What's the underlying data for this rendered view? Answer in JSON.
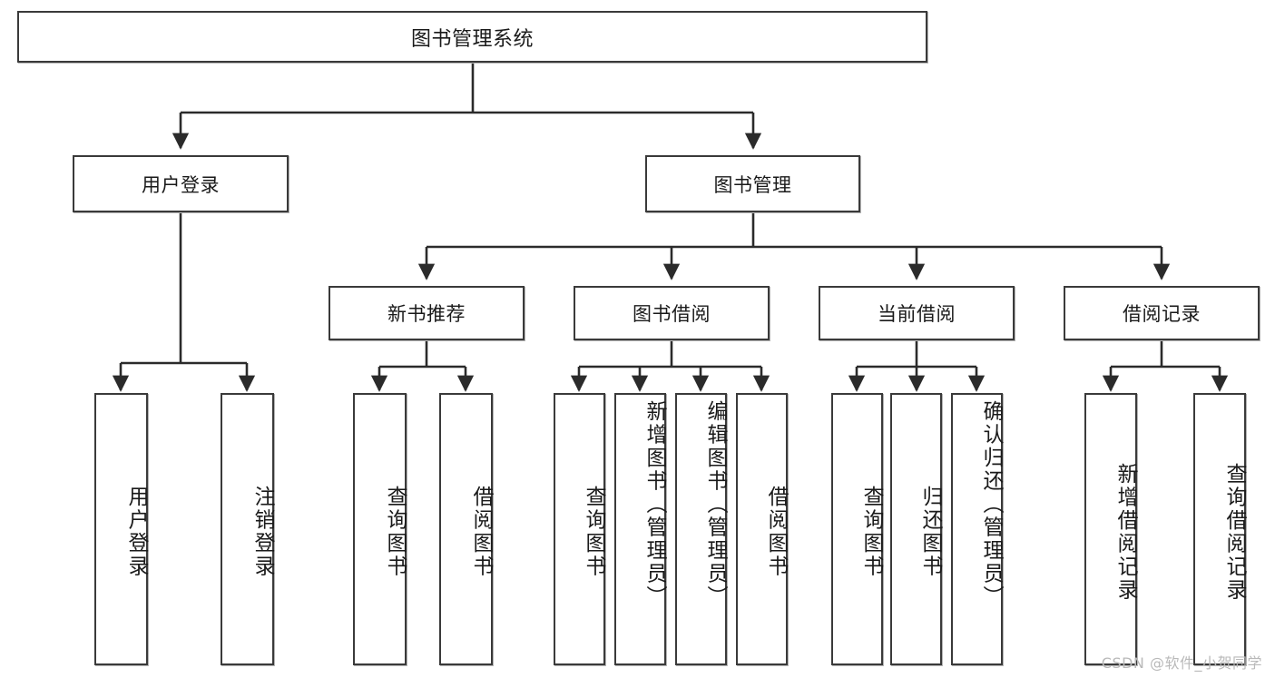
{
  "diagram": {
    "title": "图书管理系统",
    "type": "functional-decomposition-tree",
    "root": {
      "label": "图书管理系统"
    },
    "level2": [
      {
        "label": "用户登录"
      },
      {
        "label": "图书管理"
      }
    ],
    "level3": [
      {
        "label": "新书推荐"
      },
      {
        "label": "图书借阅"
      },
      {
        "label": "当前借阅"
      },
      {
        "label": "借阅记录"
      }
    ],
    "leaves": {
      "user_login": [
        {
          "label": "用户登录"
        },
        {
          "label": "注销登录"
        }
      ],
      "new_book_recommend": [
        {
          "label": "查询图书"
        },
        {
          "label": "借阅图书"
        }
      ],
      "book_borrow": [
        {
          "label": "查询图书"
        },
        {
          "label": "新增图书（管理员）"
        },
        {
          "label": "编辑图书（管理员）"
        },
        {
          "label": "借阅图书"
        }
      ],
      "current_borrow": [
        {
          "label": "查询图书"
        },
        {
          "label": "归还图书"
        },
        {
          "label": "确认归还（管理员）"
        }
      ],
      "borrow_record": [
        {
          "label": "新增借阅记录"
        },
        {
          "label": "查询借阅记录"
        }
      ]
    }
  },
  "watermark": {
    "text": "CSDN @软件_小贺同学"
  },
  "colors": {
    "border": "#3a3a3a",
    "text": "#1a1a1a",
    "background": "#ffffff",
    "watermark": "#b9b9b9"
  }
}
